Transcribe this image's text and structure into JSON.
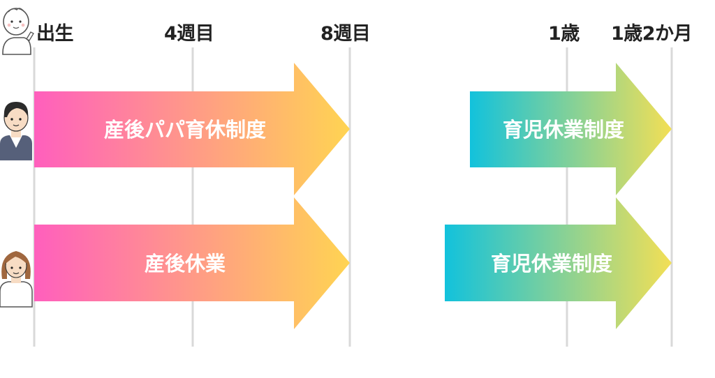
{
  "timeline": {
    "markers": [
      {
        "key": "birth",
        "label": "出生"
      },
      {
        "key": "week4",
        "label": "4週目"
      },
      {
        "key": "week8",
        "label": "8週目"
      },
      {
        "key": "age1",
        "label": "1歳"
      },
      {
        "key": "age1m2",
        "label": "1歳2か月"
      }
    ]
  },
  "people": {
    "baby_icon": "baby-icon",
    "father_icon": "father-icon",
    "mother_icon": "mother-icon"
  },
  "arrows": {
    "father_postpartum": {
      "label": "産後パパ育休制度",
      "colors": [
        "#ff5fbd",
        "#ffd452"
      ]
    },
    "father_childcare": {
      "label": "育児休業制度",
      "colors": [
        "#12c2dc",
        "#f3df55"
      ]
    },
    "mother_postpartum": {
      "label": "産後休業",
      "colors": [
        "#ff5fbd",
        "#ffd452"
      ]
    },
    "mother_childcare": {
      "label": "育児休業制度",
      "colors": [
        "#12c2dc",
        "#f3df55"
      ]
    }
  }
}
